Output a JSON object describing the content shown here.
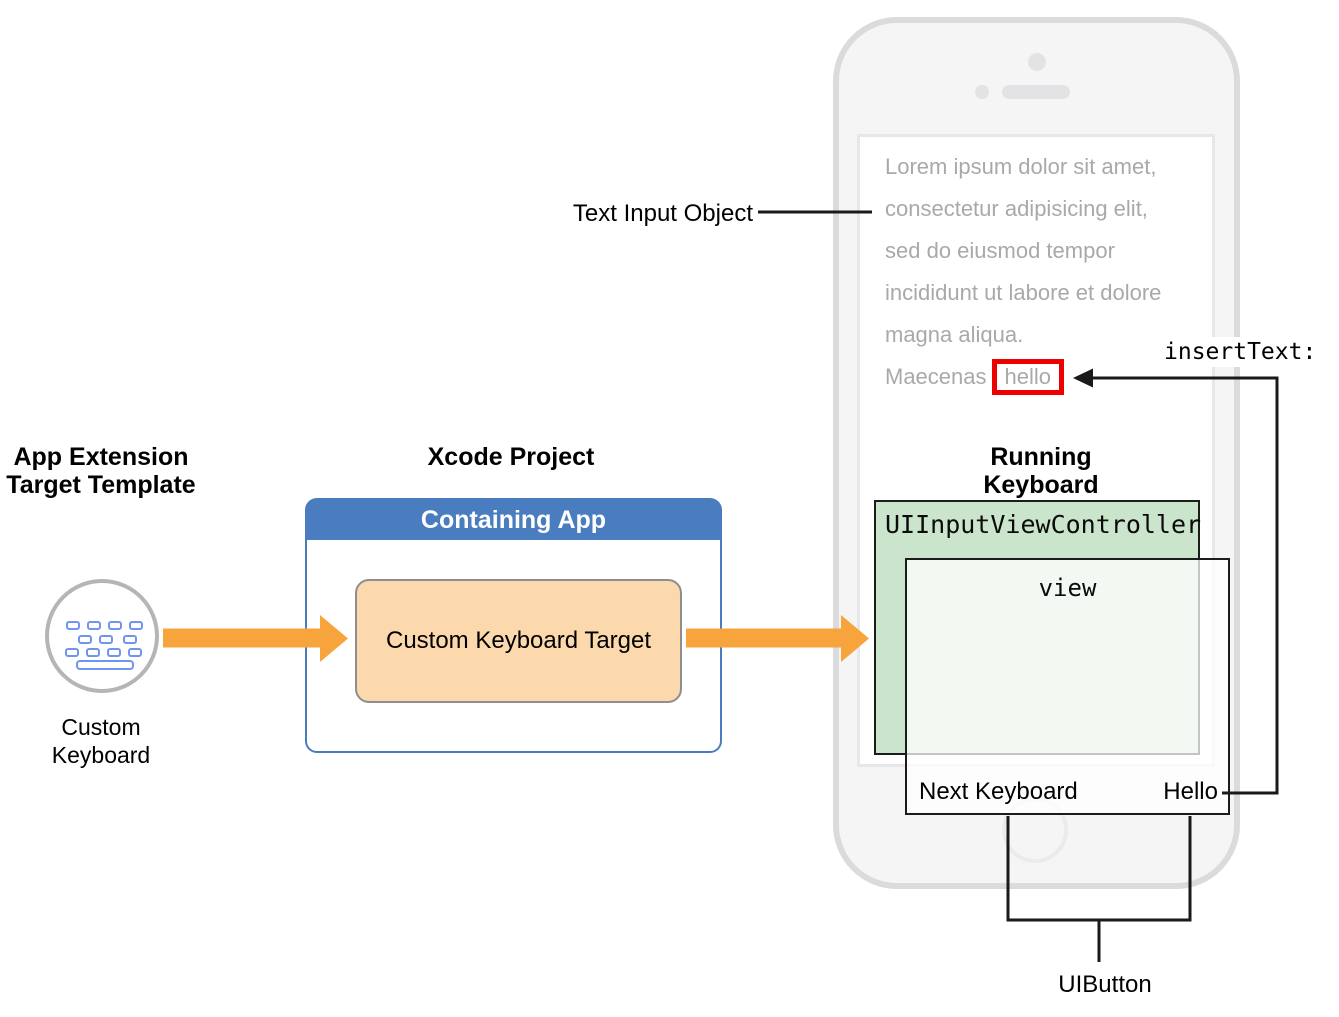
{
  "left_group": {
    "title_line1": "App Extension",
    "title_line2": "Target Template",
    "icon_label_line1": "Custom",
    "icon_label_line2": "Keyboard"
  },
  "xcode_group": {
    "title": "Xcode Project",
    "containing_app_label": "Containing App",
    "target_label": "Custom Keyboard Target"
  },
  "phone_group": {
    "running_keyboard_title": "Running Keyboard",
    "lorem_lines": [
      "Lorem ipsum dolor sit amet,",
      "consectetur adipisicing elit,",
      "sed do eiusmod tempor",
      "incididunt ut labore et dolore",
      "magna aliqua."
    ],
    "last_line_prefix": "Maecenas",
    "inserted_word": "hello"
  },
  "keyboard_ui": {
    "controller_label": "UIInputViewController",
    "view_label": "view",
    "next_keyboard_label": "Next Keyboard",
    "hello_label": "Hello"
  },
  "callouts": {
    "text_input_object": "Text Input Object",
    "insert_text": "insertText:",
    "uibutton": "UIButton"
  },
  "colors": {
    "arrow_orange": "#F7A43C",
    "containing_blue": "#4A7DBF",
    "target_fill": "#FCD9AC",
    "controller_green": "#CBE4CC",
    "highlight_red": "#EE0000",
    "lorem_gray": "#A9A9A9",
    "phone_body": "#F5F5F6",
    "line_black": "#1A1A1A"
  }
}
